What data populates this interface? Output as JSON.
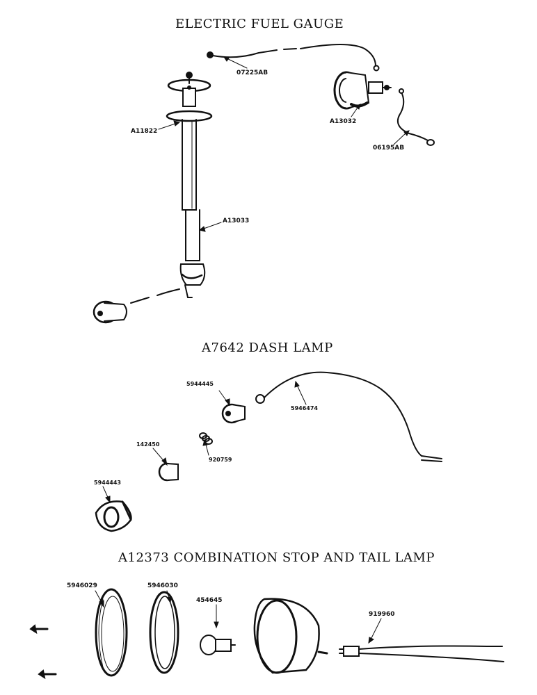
{
  "sections": {
    "fuel_gauge": {
      "title": "ELECTRIC FUEL GAUGE",
      "parts": {
        "wire_top": "07225AB",
        "flange": "A11822",
        "gauge": "A13032",
        "wire_right": "06195AB",
        "tank_unit": "A13033"
      }
    },
    "dash_lamp": {
      "title": "A7642 DASH LAMP",
      "parts": {
        "socket": "5944445",
        "wire": "5946474",
        "bulb": "142450",
        "spring": "920759",
        "shell": "5944443"
      }
    },
    "tail_lamp": {
      "title": "A12373 COMBINATION STOP AND TAIL LAMP",
      "parts": {
        "lens": "5946029",
        "gasket": "5946030",
        "bulb": "454645",
        "harness": "919960"
      }
    }
  }
}
